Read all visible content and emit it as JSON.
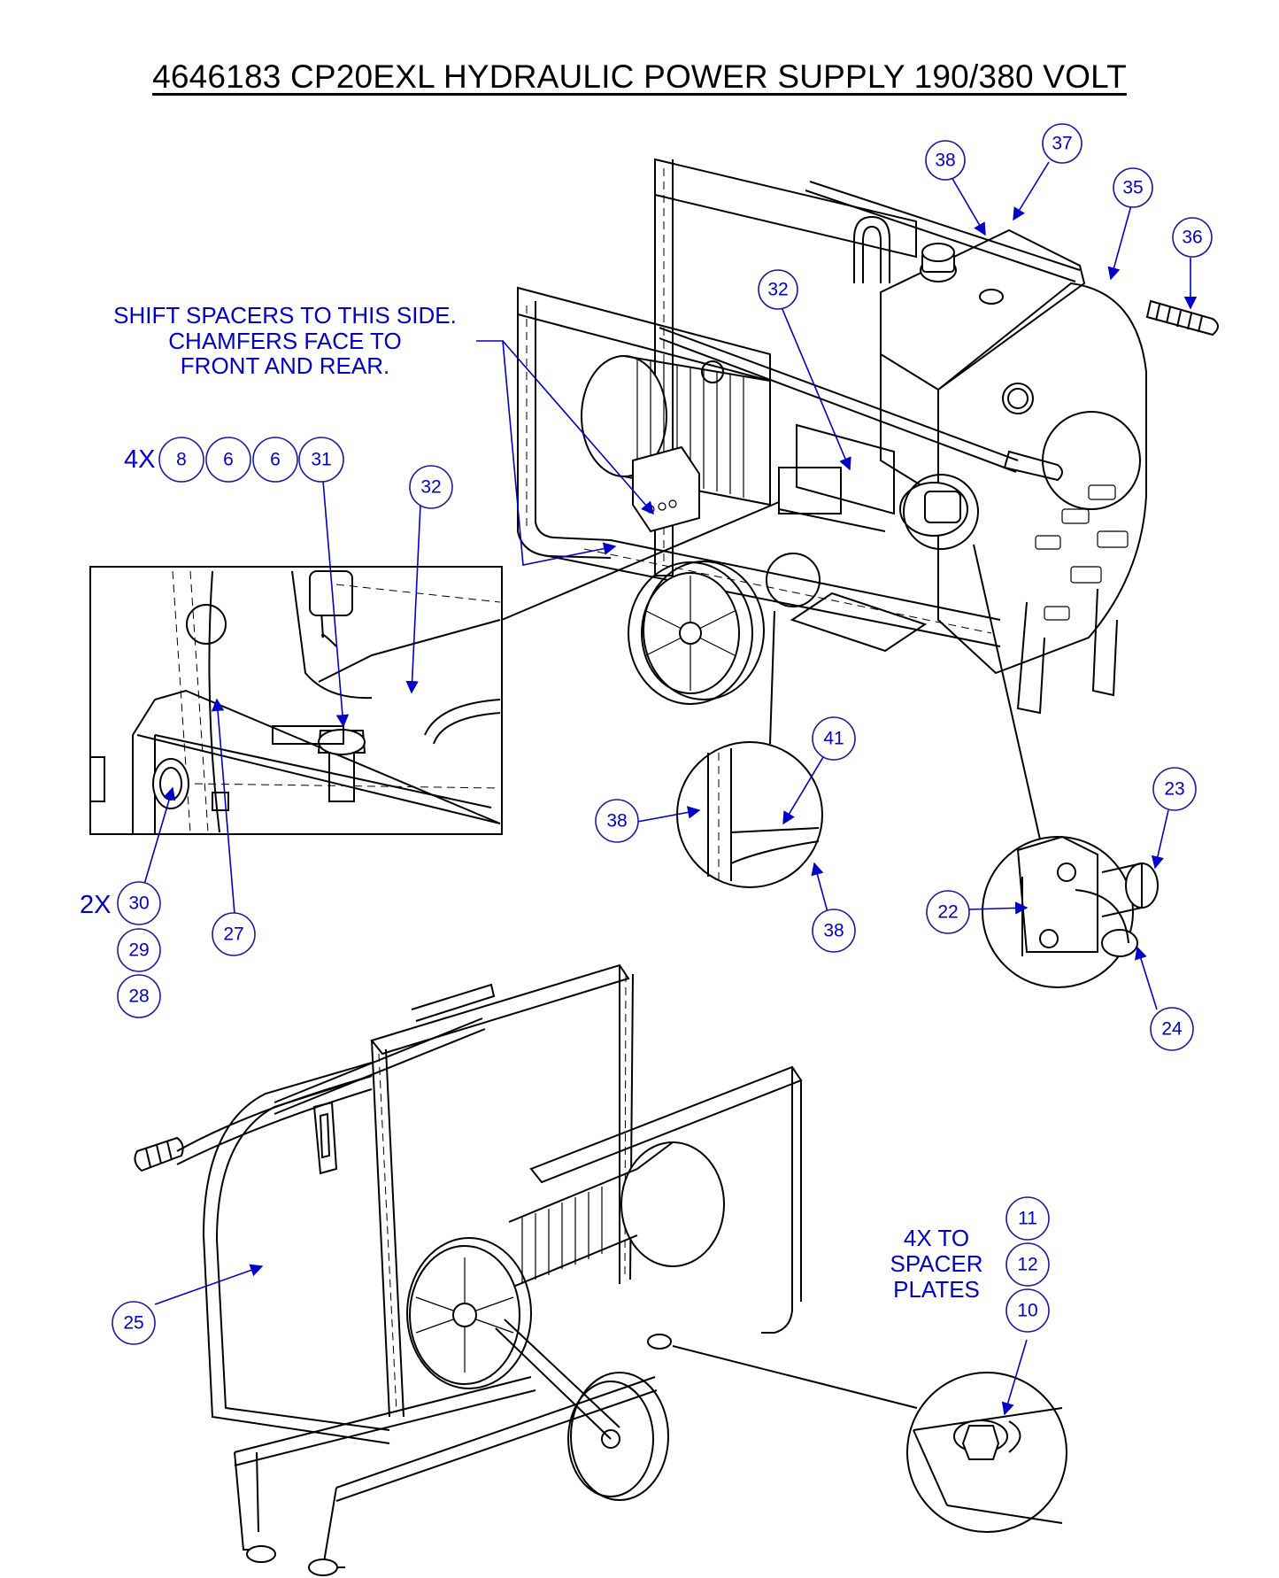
{
  "title": "4646183 CP20EXL HYDRAULIC POWER SUPPLY 190/380 VOLT",
  "notes": {
    "shift_spacers": [
      "SHIFT SPACERS TO THIS SIDE.",
      "CHAMFERS FACE TO",
      "FRONT AND REAR."
    ],
    "spacer_plates": [
      "4X TO",
      "SPACER",
      "PLATES"
    ]
  },
  "quantities": {
    "q4x": "4X",
    "q2x": "2X"
  },
  "callouts": {
    "c38_top": "38",
    "c37": "37",
    "c35": "35",
    "c36": "36",
    "c32_top": "32",
    "c8": "8",
    "c6a": "6",
    "c6b": "6",
    "c31": "31",
    "c32_detail": "32",
    "c41": "41",
    "c38_left": "38",
    "c38_bottom": "38",
    "c23": "23",
    "c22": "22",
    "c24": "24",
    "c30": "30",
    "c29": "29",
    "c28": "28",
    "c27": "27",
    "c11": "11",
    "c12": "12",
    "c10": "10",
    "c25": "25"
  },
  "colors": {
    "callout": "#0000c8",
    "line": "#000000",
    "background": "#ffffff"
  }
}
